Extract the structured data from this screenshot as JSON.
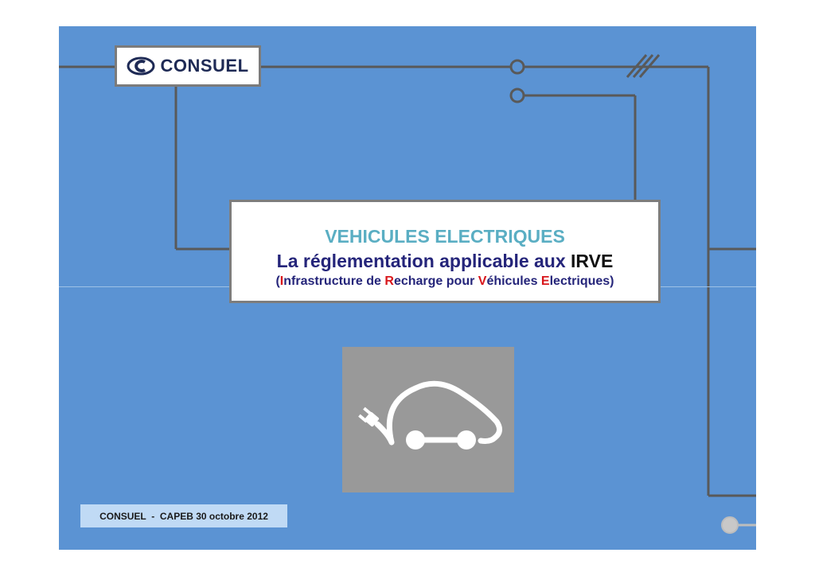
{
  "logo": {
    "text": "CONSUEL",
    "icon": "consuel-c-logo-icon"
  },
  "title": {
    "line1": "VEHICULES ELECTRIQUES",
    "line2_main": "La réglementation applicable aux ",
    "line2_acronym": "IRVE",
    "line3": {
      "open": "(",
      "i": "I",
      "nfra": "nfrastructure de ",
      "r": "R",
      "echarge": "echarge pour ",
      "v": "V",
      "ehicules": "éhicules ",
      "e": "E",
      "lectriques": "lectriques)"
    }
  },
  "icon": {
    "name": "electric-vehicle-charging-icon",
    "background": "#999999"
  },
  "footer": {
    "text": "CONSUEL  -  CAPEB 30 octobre 2012"
  },
  "colors": {
    "slide_background": "#5b93d3",
    "circuit_lines": "#595959",
    "title_line1": "#5aaec3",
    "title_line2": "#25257a",
    "accent_red": "#d8161b",
    "footer_background": "#c0daf5"
  }
}
